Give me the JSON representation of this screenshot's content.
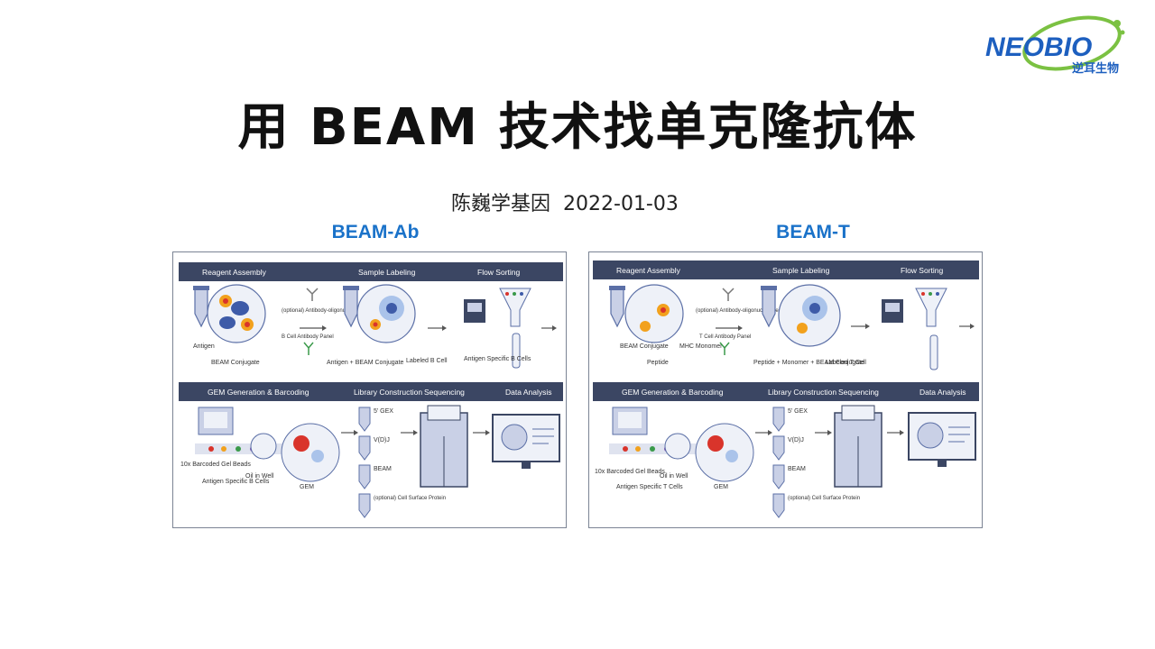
{
  "logo": {
    "text": "NEOBIO",
    "sub": "逆耳生物",
    "color": "#1d5fbf",
    "accent": "#7bc142"
  },
  "title": "用 BEAM 技术找单克隆抗体",
  "subtitle": {
    "author": "陈巍学基因",
    "date": "2022-01-03"
  },
  "colors": {
    "header_bar": "#3b4663",
    "panel_title": "#1a72c9",
    "accent_blue": "#5b6fa6"
  },
  "panels": [
    {
      "title": "BEAM-Ab",
      "top_stages": [
        "Reagent Assembly",
        "Sample Labeling",
        "Flow Sorting"
      ],
      "bottom_stages": [
        "GEM Generation & Barcoding",
        "Library Construction",
        "Sequencing",
        "Data Analysis"
      ],
      "labels": {
        "antigen": "Antigen",
        "conjugate": "BEAM Conjugate",
        "optional": "(optional) Antibody-oligonucleotide Conjugate",
        "panel": "B Cell Antibody Panel",
        "mix": "Antigen + BEAM Conjugate",
        "labeled": "Labeled B Cell",
        "specific": "Antigen Specific B Cells",
        "beads": "10x Barcoded Gel Beads",
        "cells": "Antigen Specific B Cells",
        "oil": "Oil in Well",
        "gem": "GEM",
        "lib": [
          "5' GEX",
          "V(D)J",
          "BEAM",
          "(optional) Cell Surface Protein"
        ]
      }
    },
    {
      "title": "BEAM-T",
      "top_stages": [
        "Reagent Assembly",
        "Sample Labeling",
        "Flow Sorting"
      ],
      "bottom_stages": [
        "GEM Generation & Barcoding",
        "Library Construction",
        "Sequencing",
        "Data Analysis"
      ],
      "labels": {
        "antigen": "BEAM Conjugate",
        "conjugate": "Peptide",
        "mhc": "MHC Monomer",
        "optional": "(optional) Antibody-oligonucleotide Conjugate",
        "panel": "T Cell Antibody Panel",
        "mix": "Peptide + Monomer + BEAM Conjugate",
        "labeled": "Labeled T Cell",
        "beads": "10x Barcoded Gel Beads",
        "cells": "Antigen Specific T Cells",
        "oil": "Oil in Well",
        "gem": "GEM",
        "lib": [
          "5' GEX",
          "V(D)J",
          "BEAM",
          "(optional) Cell Surface Protein"
        ]
      }
    }
  ]
}
